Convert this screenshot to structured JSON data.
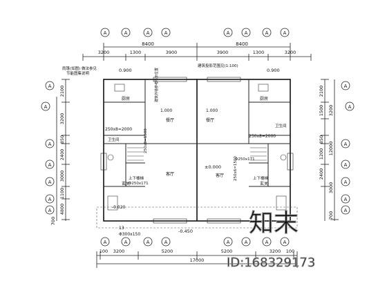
{
  "dimensions": {
    "top_total_1": "8400",
    "top_total_2": "8400",
    "top_segments": [
      "3200",
      "1300",
      "3900",
      "3900",
      "1300",
      "3200"
    ],
    "bottom_segments": [
      "100",
      "3200",
      "5200",
      "5200",
      "3200",
      "100"
    ],
    "bottom_total": "17000",
    "left_side": [
      "2100",
      "3200",
      "850",
      "2400",
      "3000",
      "1100",
      "4800",
      "700"
    ],
    "right_side": [
      "2100",
      "1500",
      "850",
      "3200",
      "1200",
      "2400",
      "3000"
    ],
    "right_total": "12000",
    "right_extra": "700"
  },
  "axis_labels": {
    "top": [
      "A",
      "A",
      "A",
      "A",
      "A",
      "A",
      "A",
      "A"
    ],
    "bottom": [
      "A",
      "A",
      "A",
      "A",
      "A",
      "A",
      "A",
      "A"
    ],
    "left": [
      "A",
      "A",
      "A",
      "A",
      "A",
      "A",
      "A"
    ],
    "right": [
      "A",
      "A",
      "A",
      "A",
      "A",
      "A",
      "A"
    ]
  },
  "notes": {
    "canopy_note_1": "雨篷(如图) 做法参见",
    "canopy_note_2": "节能图集说明",
    "roof_note": "建筑投影范围见(1:100)",
    "elev_left_top": "0.900",
    "elev_right_top": "0.900",
    "elev_center": "±0.000",
    "elev_left_entry": "-0.020",
    "elev_bottom": "-0.450",
    "vertical_note": "建筑外墙参考所示位置",
    "stair_up_left": "上下楼梯",
    "stair_up_right": "上下楼梯",
    "room_left_kitchen": "厨房",
    "room_right_kitchen": "厨房",
    "room_left_dining": "餐厅",
    "room_right_dining": "餐厅",
    "room_left_living": "客厅",
    "room_right_living": "客厅",
    "room_left_entry": "玄关",
    "room_right_entry": "玄关",
    "room_left_wc": "卫生间",
    "room_right_wc": "卫生间",
    "dim_1000_left": "1.000",
    "dim_1000_right": "1.000",
    "beam_left": "250x8=2000",
    "beam_right": "250x8=2000",
    "beam_left_2": "250x6=1500",
    "beam_right_2": "250x6=1500",
    "steps_left": "Φ250x171",
    "steps_right": "Φ250x171",
    "step_bottom": "Φ300x150",
    "step_bottom_num": "13"
  },
  "watermark": {
    "logo_text": "知末",
    "id_text": "ID:168329173"
  }
}
